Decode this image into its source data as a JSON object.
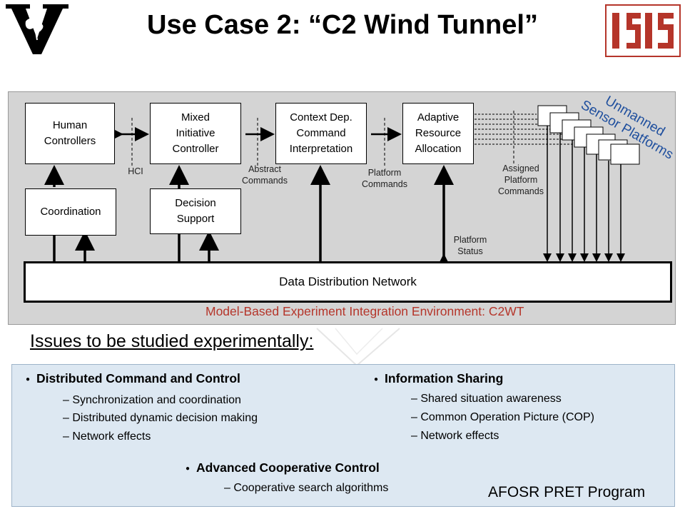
{
  "title": "Use Case 2: “C2 Wind Tunnel”",
  "diagram": {
    "boxes": {
      "human_controllers": "Human Controllers",
      "mixed_initiative": "Mixed Initiative Controller",
      "context_dep": "Context Dep. Command Interpretation",
      "adaptive_resource": "Adaptive Resource Allocation",
      "coordination": "Coordination",
      "decision_support": "Decision Support",
      "data_distribution": "Data Distribution Network"
    },
    "labels": {
      "hci": "HCI",
      "abstract_commands": "Abstract Commands",
      "platform_commands": "Platform Commands",
      "assigned_platform_commands": "Assigned Platform Commands",
      "platform_status": "Platform Status",
      "unmanned": "Unmanned",
      "sensor_platforms": "Sensor Platforms",
      "environment": "Model-Based Experiment Integration Environment: C2WT"
    }
  },
  "issues_heading": "Issues to be studied experimentally:",
  "issues": {
    "dcc": {
      "heading": "Distributed Command and Control",
      "items": [
        "– Synchronization and coordination",
        "– Distributed dynamic decision making",
        "– Network effects"
      ]
    },
    "info": {
      "heading": "Information Sharing",
      "items": [
        "– Shared situation awareness",
        "– Common Operation  Picture (COP)",
        "– Network effects"
      ]
    },
    "coop": {
      "heading": "Advanced Cooperative Control",
      "items": [
        "– Cooperative search algorithms"
      ]
    }
  },
  "footer": "AFOSR PRET Program",
  "colors": {
    "panel_gray": "#d4d4d4",
    "unmanned_blue": "#1f4f9e",
    "environment_red": "#b5352a",
    "isis_red": "#b5352a",
    "bottom_panel": "#dde8f2"
  },
  "icons": {
    "left_logo": "vanderbilt-v-logo",
    "right_logo": "isis-logo"
  }
}
